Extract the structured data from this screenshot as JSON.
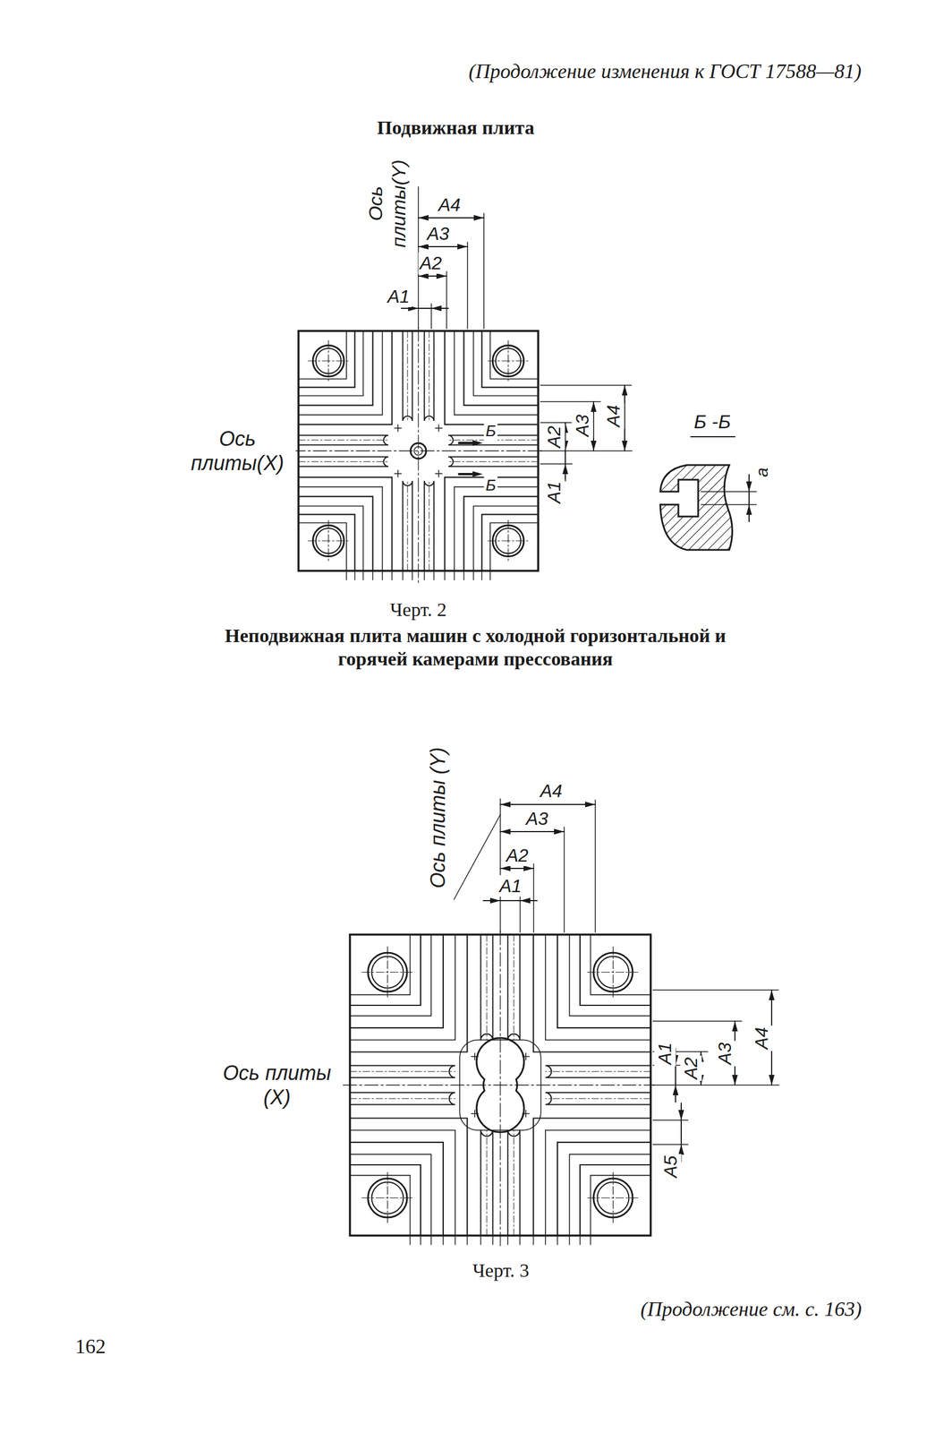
{
  "diagram": {
    "labels": [
      "(Продолжение изменения к ГОСТ 17588—81)",
      "Подвижная плита",
      "Ось плиты(Y)",
      "A4",
      "A3",
      "A2",
      "A1",
      "Б -Б",
      "A4",
      "A3",
      "A2",
      "Ось плиты(X)",
      "Б",
      "Б",
      "a",
      "A1",
      "Черт. 2",
      "Неподвижная плита машин с холодной горизонтальной и горячей камерами прессования",
      "Ось плиты (Y)",
      "A4",
      "A3",
      "A2",
      "A1",
      "A4",
      "A3",
      "A2",
      "A1",
      "Ось плиты (X)",
      "A5",
      "Черт. 3",
      "(Продолжение см. с. 163)",
      "162"
    ]
  }
}
